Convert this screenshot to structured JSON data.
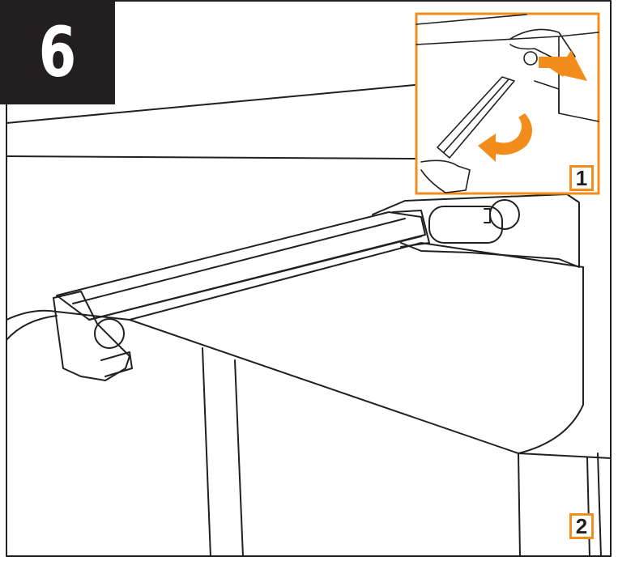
{
  "step": {
    "number": "6"
  },
  "callouts": [
    {
      "label": "1"
    },
    {
      "label": "2"
    }
  ],
  "colors": {
    "accent": "#f28c1b",
    "badge": "#231f20",
    "line": "#231f20",
    "background": "#ffffff"
  }
}
